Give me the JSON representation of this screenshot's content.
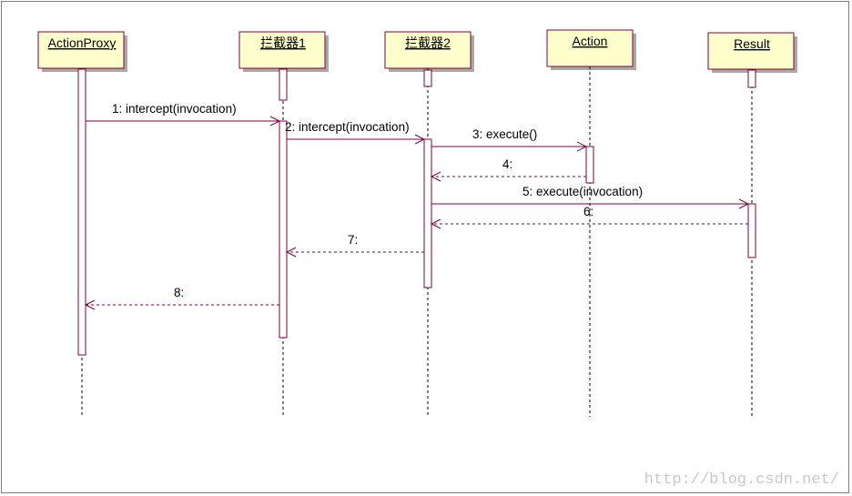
{
  "diagram": {
    "objects": [
      {
        "id": "actionproxy",
        "label": "ActionProxy"
      },
      {
        "id": "interceptor1",
        "label": "拦截器1"
      },
      {
        "id": "interceptor2",
        "label": "拦截器2"
      },
      {
        "id": "action",
        "label": "Action"
      },
      {
        "id": "result",
        "label": "Result"
      }
    ],
    "messages": [
      {
        "label": "1: intercept(invocation)",
        "from": "actionproxy",
        "to": "interceptor1",
        "kind": "call"
      },
      {
        "label": "2: intercept(invocation)",
        "from": "interceptor1",
        "to": "interceptor2",
        "kind": "call"
      },
      {
        "label": "3: execute()",
        "from": "interceptor2",
        "to": "action",
        "kind": "call"
      },
      {
        "label": "4:",
        "from": "action",
        "to": "interceptor2",
        "kind": "return"
      },
      {
        "label": "5: execute(invocation)",
        "from": "interceptor2",
        "to": "result",
        "kind": "call"
      },
      {
        "label": "6:",
        "from": "result",
        "to": "interceptor2",
        "kind": "return"
      },
      {
        "label": "7:",
        "from": "interceptor2",
        "to": "interceptor1",
        "kind": "return"
      },
      {
        "label": "8:",
        "from": "interceptor1",
        "to": "actionproxy",
        "kind": "return"
      }
    ],
    "watermark": "http://blog.csdn.net/",
    "colors": {
      "box_fill": "#ffffcc",
      "line": "#800040",
      "watermark": "#c8c8c8"
    }
  }
}
